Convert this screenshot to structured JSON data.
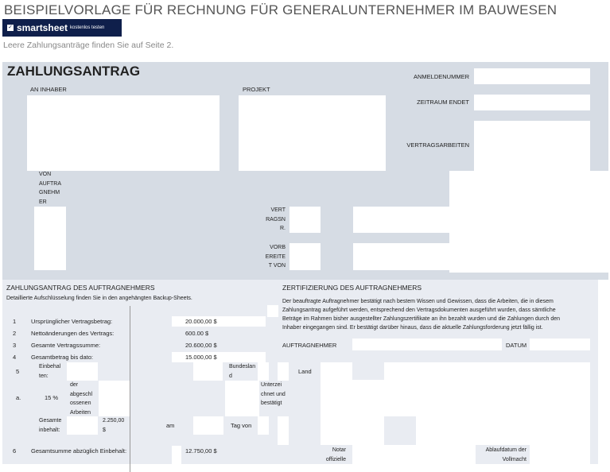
{
  "title": "BEISPIELVORLAGE FÜR RECHNUNG FÜR GENERALUNTERNEHMER IM BAUWESEN",
  "logo": {
    "brand": "smartsheet",
    "cta": "kostenlos testen",
    "icon": "checkbox-icon",
    "color": "#0f1f4b"
  },
  "subtitle": "Leere Zahlungsanträge finden Sie auf Seite 2.",
  "form": {
    "heading": "ZAHLUNGSANTRAG",
    "an_inhaber": "AN INHABER",
    "projekt": "PROJEKT",
    "anmeldenummer": "ANMELDENUMMER",
    "zeitraum": "ZEITRAUM ENDET",
    "vertragsarbeiten": "VERTRAGSARBEITEN",
    "von_auftragnehmer": "VON AUFTRA GNEHM ER",
    "vertragsnr": "VERT RAGSN R.",
    "vorbereitet": "VORB EREITE T VON"
  },
  "request": {
    "heading": "ZAHLUNGSANTRAG DES AUFTRAGNEHMERS",
    "note": "Detaillierte Aufschlüsselung finden Sie in den angehängten Backup-Sheets.",
    "rows": [
      {
        "num": "1",
        "label": "Ursprünglicher Vertragsbetrag:",
        "value": "20.000,00 $"
      },
      {
        "num": "2",
        "label": "Nettoänderungen des Vertrags:",
        "value": "600.00 $"
      },
      {
        "num": "3",
        "label": "Gesamte Vertragssumme:",
        "value": "20.600,00 $"
      },
      {
        "num": "4",
        "label": "Gesamtbetrag bis dato:",
        "value": "15.000,00 $"
      }
    ],
    "num5": "5",
    "einbehalten": "Einbehal ten:",
    "num_a": "a.",
    "percent": "15 %",
    "der_arbeiten": "der abgeschl ossenen Arbeiten",
    "gesamt_inbehalt": "Gesamte inbehalt:",
    "gesamt_inbehalt_value": "2.250,00 $",
    "num6": "6",
    "total_label": "Gesamtsumme abzüglich Einbehalt:",
    "total_value": "12.750,00 $"
  },
  "cert": {
    "heading": "ZERTIFIZIERUNG DES AUFTRAGNEHMERS",
    "text": "Der beauftragte Auftragnehmer bestätigt nach bestem Wissen und Gewissen, dass die Arbeiten, die in diesem Zahlungsantrag aufgeführt werden, entsprechend den Vertragsdokumenten ausgeführt wurden, dass sämtliche Beträge im Rahmen bisher ausgestellter Zahlungszertifikate an ihn bezahlt wurden und die Zahlungen durch den Inhaber eingegangen sind. Er bestätigt darüber hinaus, dass die aktuelle Zahlungsforderung jetzt fällig ist.",
    "auftragnehmer": "AUFTRAGNEHMER",
    "datum": "DATUM",
    "bundesland": "Bundeslan d",
    "land": "Land",
    "unterzeichnet": "Unterzei chnet und bestätigt",
    "am": "am",
    "tag_von": "Tag von",
    "notar": "Notar offizielle",
    "ablauf": "Ablaufdatum der Vollmacht"
  }
}
